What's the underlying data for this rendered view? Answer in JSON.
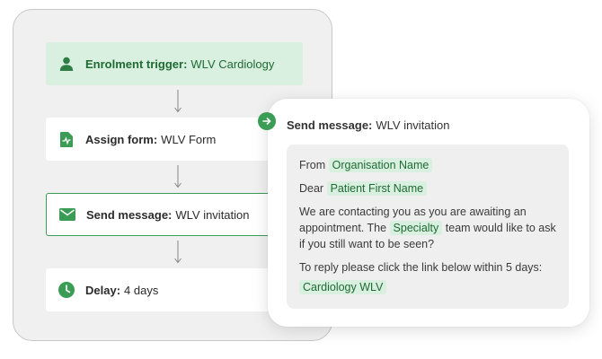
{
  "workflow": {
    "steps": [
      {
        "label": "Enrolment trigger:",
        "value": "WLV Cardiology"
      },
      {
        "label": "Assign form:",
        "value": "WLV Form"
      },
      {
        "label": "Send message:",
        "value": "WLV invitation"
      },
      {
        "label": "Delay:",
        "value": "4 days"
      }
    ]
  },
  "message_card": {
    "title_label": "Send message:",
    "title_value": "WLV invitation",
    "from_label": "From",
    "from_tag": "Organisation Name",
    "dear_label": "Dear",
    "dear_tag": "Patient First Name",
    "body_part1": "We are contacting you as you are awaiting an appointment. The",
    "body_tag": "Specialty",
    "body_part2": "team would like to ask if you still want to be seen?",
    "reply_text": "To reply please click the link below within 5 days:",
    "link_tag": "Cardiology WLV"
  },
  "colors": {
    "accent": "#3a9c55",
    "accent_light": "#d9efdf",
    "accent_text": "#1e6b33"
  }
}
